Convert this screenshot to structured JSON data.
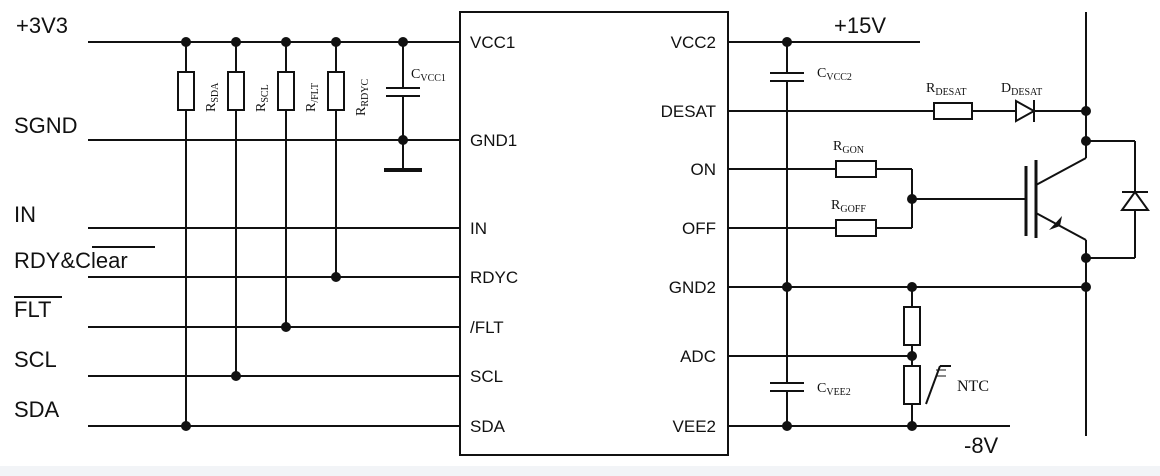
{
  "signals": {
    "v3v3": "+3V3",
    "sgnd": "SGND",
    "in": "IN",
    "rdy_prefix": "RDY&",
    "rdy_clear": "Clear",
    "flt": "FLT",
    "scl": "SCL",
    "sda": "SDA",
    "v15": "+15V",
    "vneg8": "-8V"
  },
  "ic_pins": {
    "left": [
      "VCC1",
      "GND1",
      "IN",
      "RDYC",
      "/FLT",
      "SCL",
      "SDA"
    ],
    "right": [
      "VCC2",
      "DESAT",
      "ON",
      "OFF",
      "GND2",
      "ADC",
      "VEE2"
    ]
  },
  "components": {
    "r_sda": {
      "main": "R",
      "sub": "SDA"
    },
    "r_scl": {
      "main": "R",
      "sub": "SCL"
    },
    "r_flt": {
      "main": "R",
      "sub": "/FLT"
    },
    "r_rdyc": {
      "main": "R",
      "sub": "RDYC"
    },
    "c_vcc1": {
      "main": "C",
      "sub": "VCC1"
    },
    "c_vcc2": {
      "main": "C",
      "sub": "VCC2"
    },
    "c_vee2": {
      "main": "C",
      "sub": "VEE2"
    },
    "r_desat": {
      "main": "R",
      "sub": "DESAT"
    },
    "d_desat": {
      "main": "D",
      "sub": "DESAT"
    },
    "r_gon": {
      "main": "R",
      "sub": "GON"
    },
    "r_goff": {
      "main": "R",
      "sub": "GOFF"
    },
    "ntc": "NTC"
  }
}
